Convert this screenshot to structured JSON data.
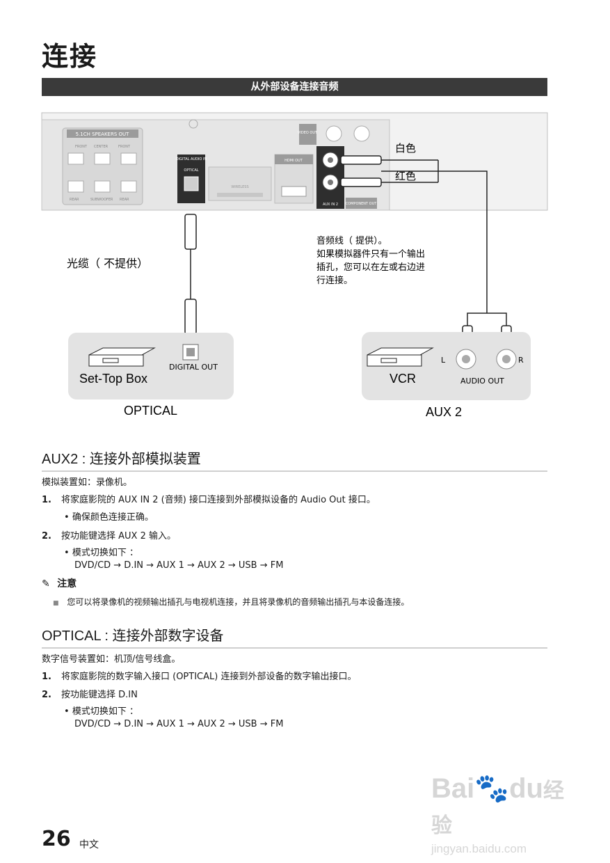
{
  "page_title": "连接",
  "section_bar": "从外部设备连接音频",
  "diagram": {
    "speakers_out": "5.1CH SPEAKERS OUT",
    "front_l": "FRONT",
    "center": "CENTER",
    "front_r": "FRONT",
    "rear_l": "REAR",
    "subwoofer": "SUBWOOFER",
    "rear_r": "REAR",
    "digital_audio_in": "DIGITAL AUDIO IN",
    "optical_port": "OPTICAL",
    "wireless": "WIRELESS",
    "hdmi_out": "HDMI OUT",
    "video_out": "VIDEO OUT",
    "aux_in_2": "AUX IN 2",
    "component_out": "COMPONENT OUT",
    "white": "白色",
    "red": "红色",
    "optical_cable": "光缆（ 不提供）",
    "audio_cable_note": [
      "音频线（ 提供）。",
      "如果模拟器件只有一个输出",
      "插孔，您可以在左或右边进",
      "行连接。"
    ],
    "digital_out": "DIGITAL OUT",
    "settop_box": "Set-Top Box",
    "vcr": "VCR",
    "audio_out": "AUDIO OUT",
    "l": "L",
    "r": "R",
    "caption_optical": "OPTICAL",
    "caption_aux2": "AUX 2"
  },
  "aux2": {
    "heading": "AUX2 : 连接外部模拟装置",
    "intro": "模拟装置如：录像机。",
    "step1_num": "1.",
    "step1": "将家庭影院的 AUX IN 2 (音频) 接口连接到外部模拟设备的 Audio Out 接口。",
    "step1_bullet": "确保颜色连接正确。",
    "step2_num": "2.",
    "step2": "按功能键选择 AUX 2 输入。",
    "step2_bullet": "模式切换如下 ：",
    "step2_modes": "DVD/CD → D.IN → AUX 1 → AUX 2 → USB  → FM",
    "note_title": "注意",
    "note_text": "您可以将录像机的视频输出插孔与电视机连接，并且将录像机的音频输出插孔与本设备连接。"
  },
  "optical": {
    "heading": "OPTICAL : 连接外部数字设备",
    "intro": "数字信号装置如：机顶/信号线盒。",
    "step1_num": "1.",
    "step1": "将家庭影院的数字输入接口 (OPTICAL) 连接到外部设备的数字输出接口。",
    "step2_num": "2.",
    "step2": "按功能键选择 D.IN",
    "step2_bullet": "模式切换如下 ：",
    "step2_modes": "DVD/CD → D.IN → AUX 1 → AUX 2 → USB → FM"
  },
  "footer": {
    "page_number": "26",
    "language": "中文"
  },
  "watermark": {
    "brand": "Bai",
    "brand2": "du",
    "suffix": "经验",
    "url": "jingyan.baidu.com"
  }
}
